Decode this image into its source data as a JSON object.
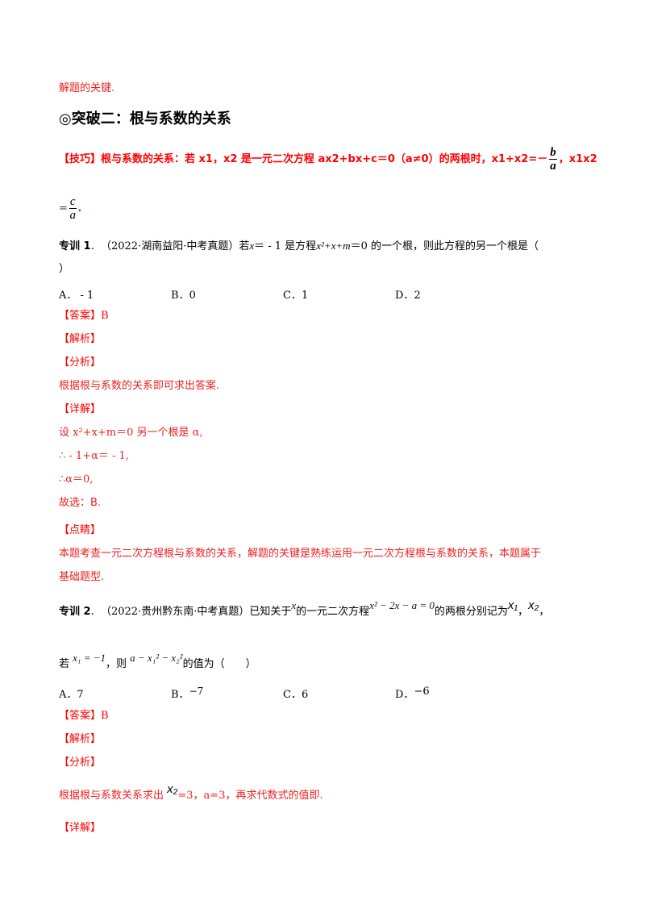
{
  "intro_tail": "解题的关键.",
  "section_heading": "◎突破二：根与系数的关系",
  "tip": {
    "label": "【技巧】",
    "text_before": "根与系数的关系：若 x1，x2 是一元二次方程 ax2+bx+c＝0（a≠0）的两根时，x1+x2=－",
    "frac1_num": "b",
    "frac1_den": "a",
    "text_mid": "，x1x2",
    "line2_prefix": "=",
    "frac2_num": "c",
    "frac2_den": "a",
    "line2_suffix": "."
  },
  "problem1": {
    "label": "专训 1",
    "dot": ".",
    "source": "（2022·湖南益阳·中考真题）若",
    "stem_a": "x",
    "stem_b": "＝ - 1 是方程",
    "stem_eq": "x²+x+m",
    "stem_c": "＝0 的一个根，则此方程的另一个根是（",
    "stem_close": "）",
    "options": [
      {
        "letter": "A．",
        "value": " - 1"
      },
      {
        "letter": "B．",
        "value": "0"
      },
      {
        "letter": "C．",
        "value": "1"
      },
      {
        "letter": "D．",
        "value": "2"
      }
    ],
    "answer_label": "【答案】",
    "answer_value": "B",
    "analysis_label": "【解析】",
    "fenxi_label": "【分析】",
    "fenxi_text": "根据根与系数的关系即可求出答案.",
    "xiangjie_label": "【详解】",
    "steps": [
      "设 x²+x+m＝0 另一个根是 α,",
      "∴ - 1+α＝ - 1,",
      "∴α＝0,",
      "故选：B."
    ],
    "dianjing_label": "【点睛】",
    "dianjing_line1": "本题考查一元二次方程根与系数的关系，解题的关键是熟练运用一元二次方程根与系数的关系，本题属于",
    "dianjing_line2": "基础题型."
  },
  "problem2": {
    "label": "专训 2",
    "dot": ".",
    "source": "（2022·贵州黔东南·中考真题）已知关于",
    "var_x": "x",
    "stem_a": "的一元二次方程",
    "equation": "x² − 2x − a = 0",
    "stem_b": "的两根分别记为",
    "root1": "x₁",
    "sep": "，",
    "root2": "x₂",
    "stem_end": "，",
    "line2_if": "若",
    "cond": "x₁ = −1",
    "line2_then": "，则",
    "expr": "a − x₁² − x₂²",
    "line2_end": "的值为（　　）",
    "options": [
      {
        "letter": "A．",
        "value": "7"
      },
      {
        "letter": "B．",
        "value": "−7"
      },
      {
        "letter": "C．",
        "value": "6"
      },
      {
        "letter": "D．",
        "value": "−6"
      }
    ],
    "answer_label": "【答案】",
    "answer_value": "B",
    "analysis_label": "【解析】",
    "fenxi_label": "【分析】",
    "fenxi_before": "根据根与系数关系求出",
    "fenxi_var": "x₂",
    "fenxi_after": "=3，a=3，再求代数式的值即.",
    "xiangjie_label": "【详解】"
  }
}
